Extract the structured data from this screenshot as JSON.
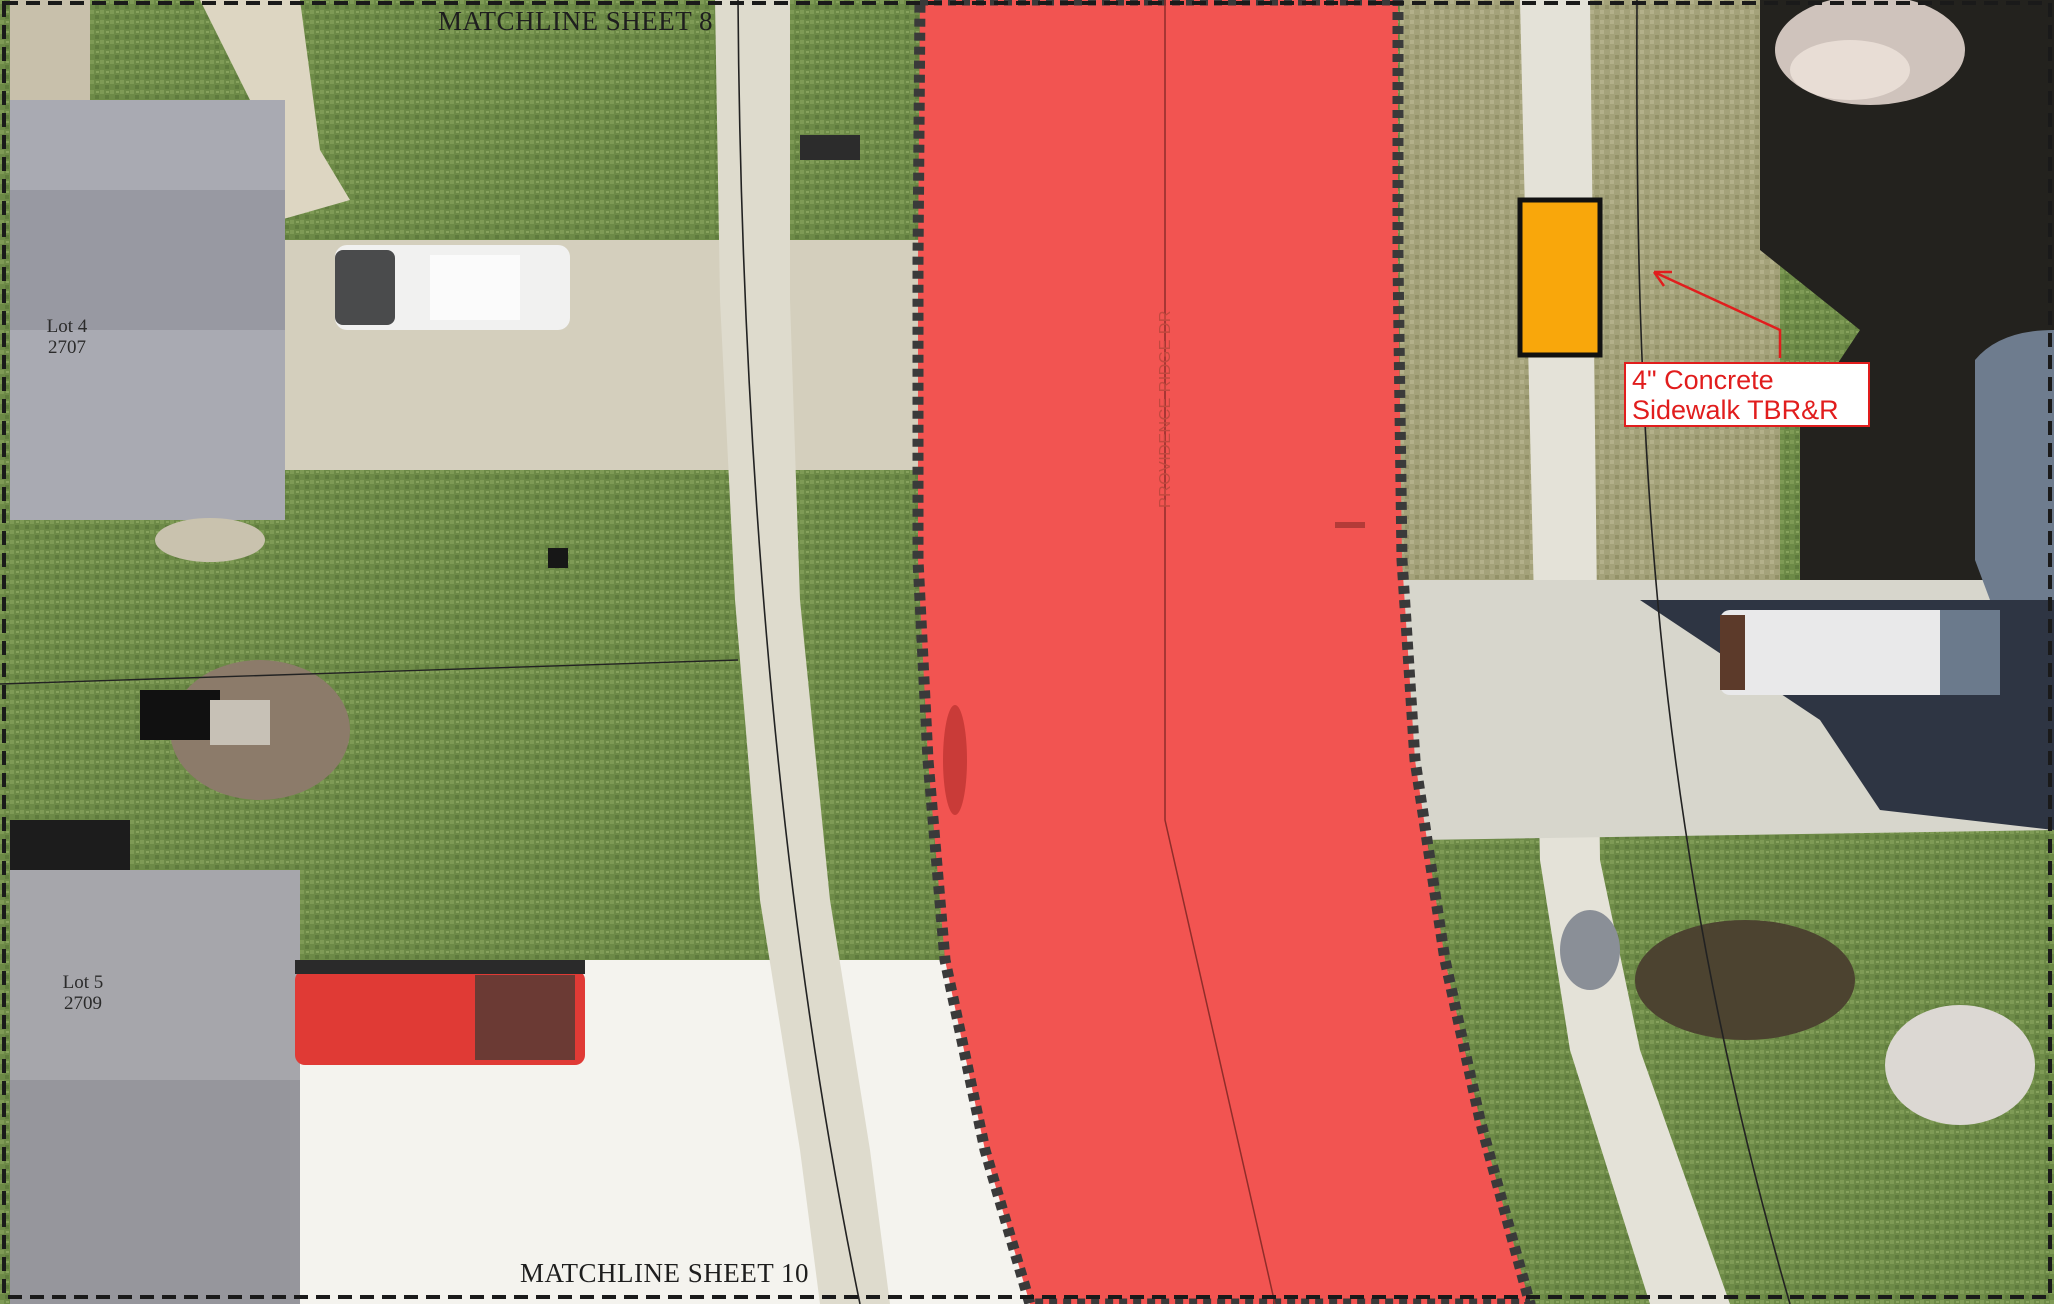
{
  "map": {
    "lots": [
      {
        "lot": "Lot 4",
        "number": "2707"
      },
      {
        "lot": "Lot 5",
        "number": "2709"
      }
    ],
    "matchline_top": "MATCHLINE SHEET 8",
    "matchline_bottom": "MATCHLINE SHEET 10",
    "street_name": "PROVIDENCE RIDGE DR",
    "callout": {
      "line1": "4\" Concrete",
      "line2": "Sidewalk TBR&R"
    },
    "colors": {
      "removal_area": "#f25451",
      "sidewalk_replacement": "#f9a70b",
      "callout": "#e11d1d",
      "sheet_border": "#1a1a1a"
    }
  }
}
